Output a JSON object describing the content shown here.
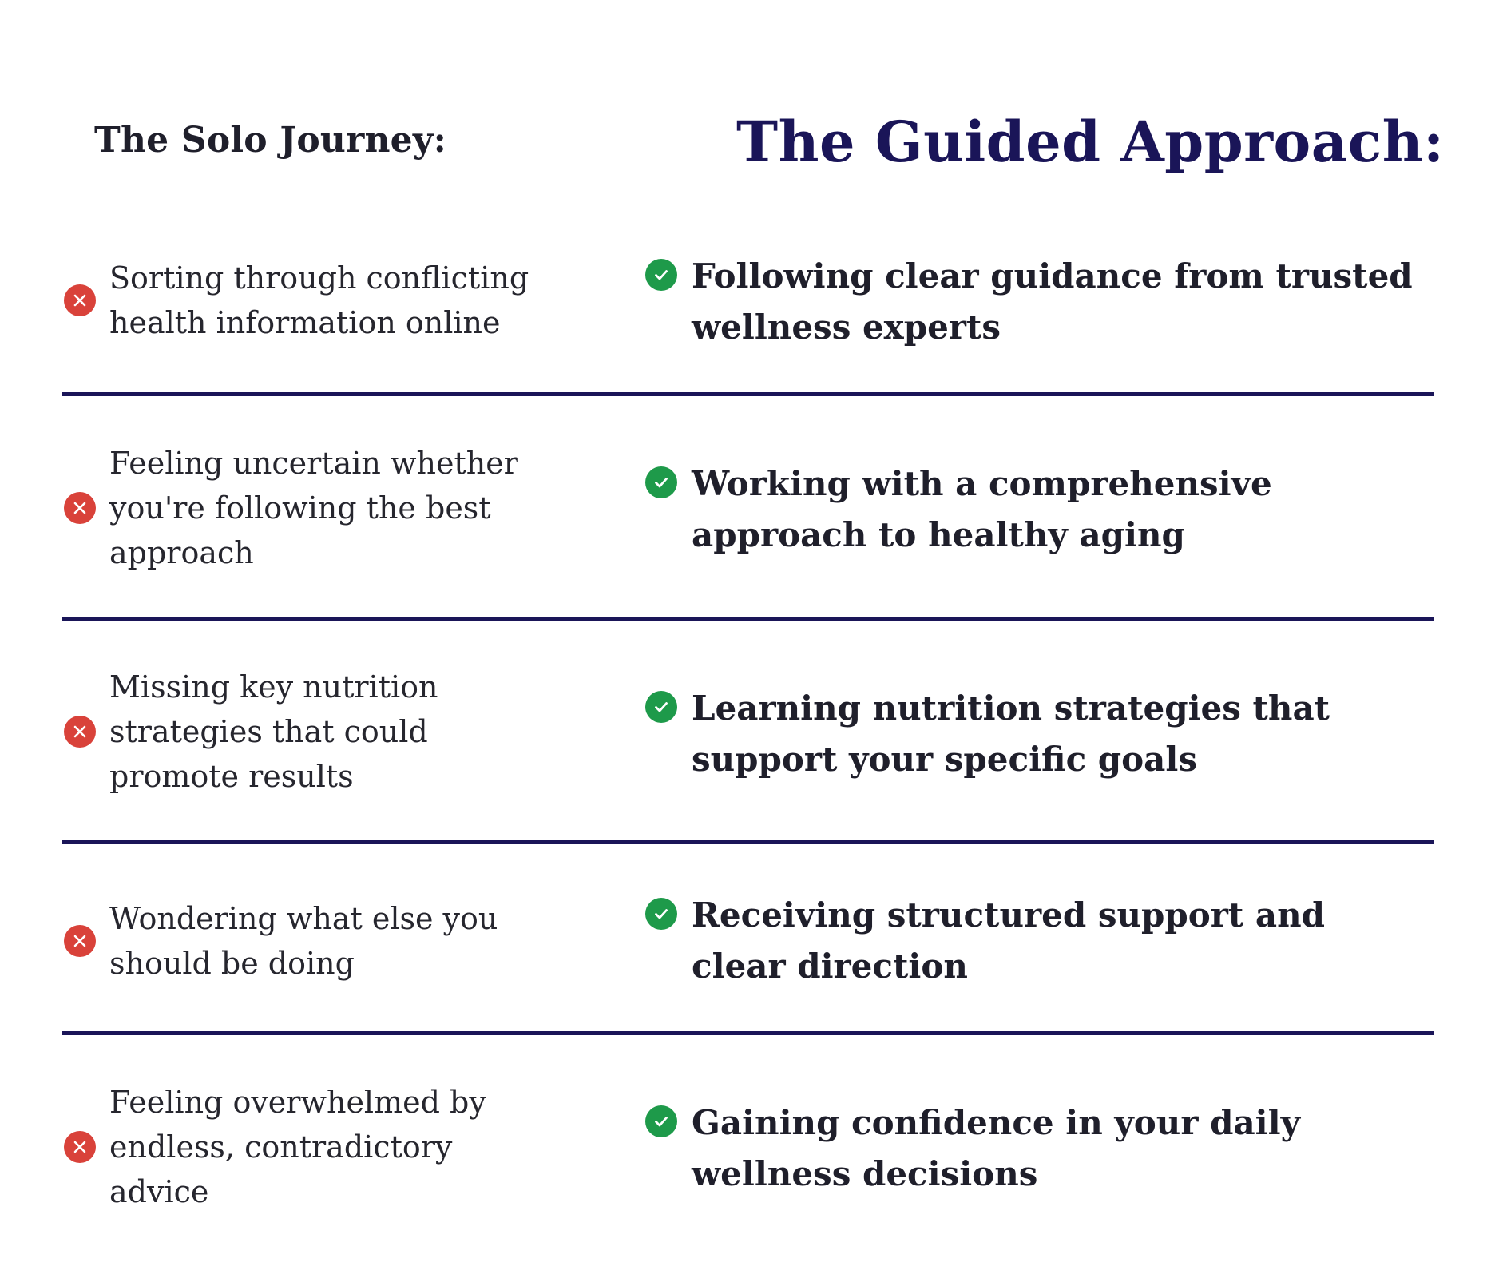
{
  "header": {
    "solo_title": "The Solo Journey:",
    "guided_title": "The Guided Approach:"
  },
  "colors": {
    "accent_navy": "#1a1558",
    "negative_red": "#d9423a",
    "positive_green": "#1e9a4a",
    "text_dark": "#1f1f2b"
  },
  "rows": [
    {
      "solo": "Sorting through conflicting health information online",
      "guided": "Following clear guidance from trusted wellness experts"
    },
    {
      "solo": "Feeling uncertain whether you're following the best approach",
      "guided": "Working with a comprehensive approach to healthy aging"
    },
    {
      "solo": "Missing key nutrition strategies that could promote results",
      "guided": "Learning nutrition strategies that support your specific goals"
    },
    {
      "solo": "Wondering what else you should be doing",
      "guided": "Receiving structured support and clear direction"
    },
    {
      "solo": "Feeling overwhelmed by endless, contradictory advice",
      "guided": "Gaining confidence in your daily wellness decisions"
    }
  ],
  "icons": {
    "negative": "x-circle-icon",
    "positive": "check-circle-icon"
  }
}
